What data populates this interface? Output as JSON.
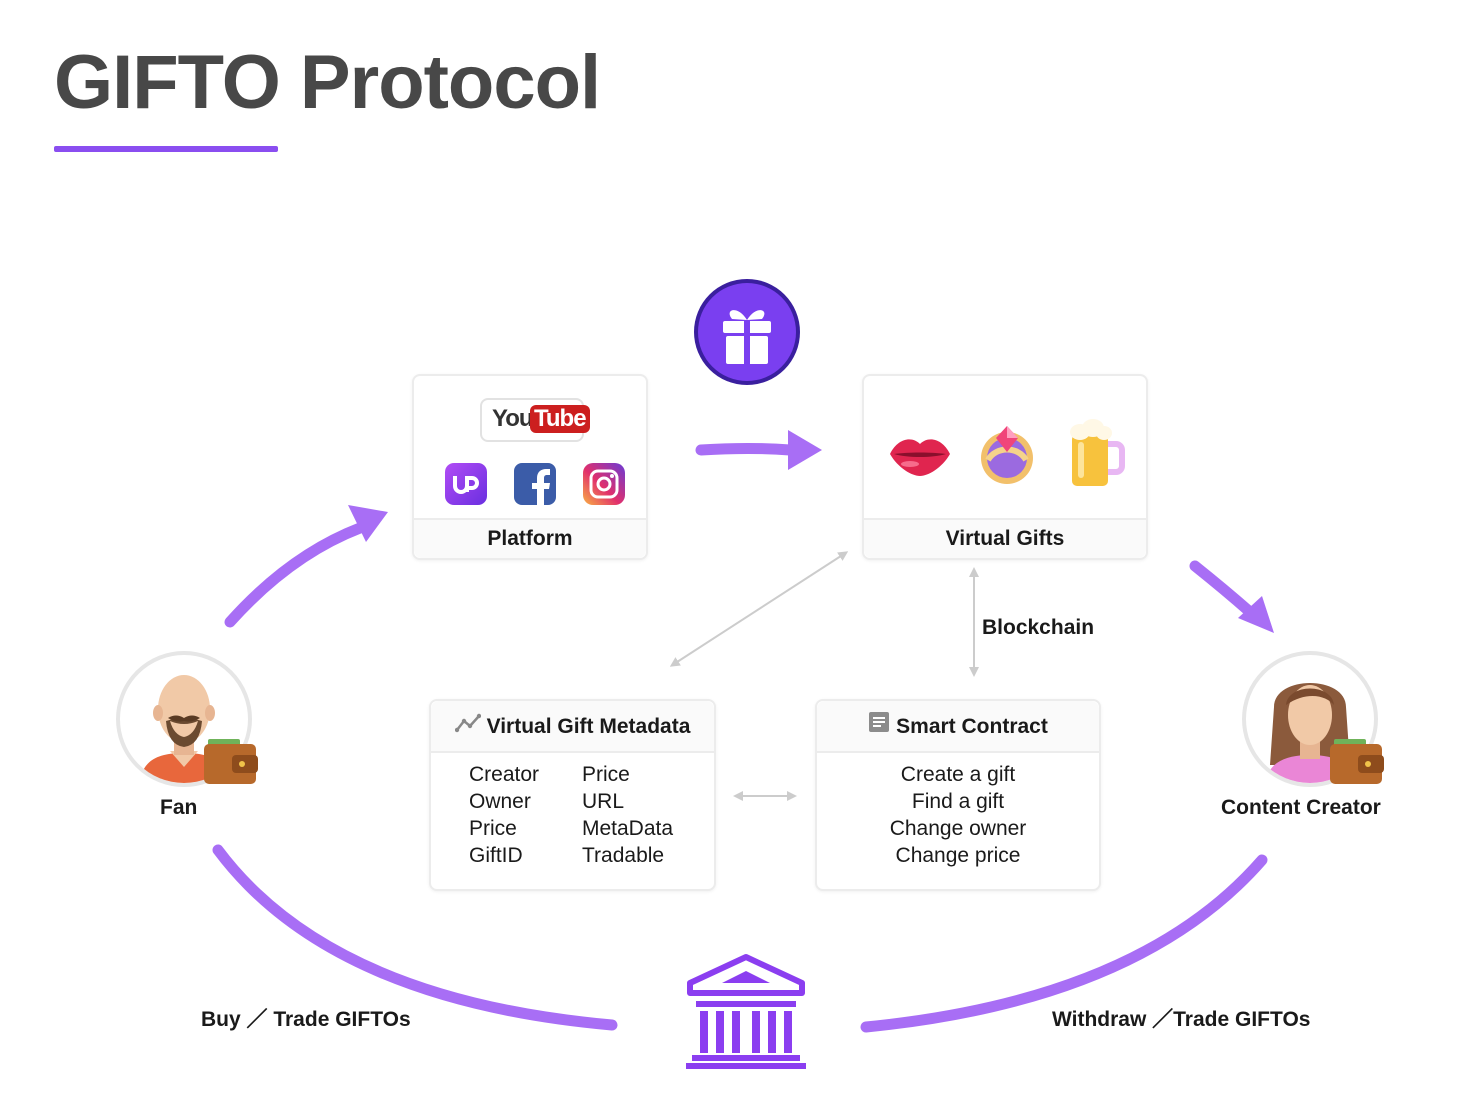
{
  "title": "GIFTO Protocol",
  "colors": {
    "accent": "#8a4ef0",
    "flow_arrow": "#a86ef5",
    "heading": "#484848",
    "youtube_red": "#cc1f1f",
    "facebook": "#3b5ca8"
  },
  "platform": {
    "label": "Platform",
    "youtube": {
      "you": "You",
      "tube": "Tube"
    },
    "icons": [
      "uplive-icon",
      "facebook-icon",
      "instagram-icon"
    ]
  },
  "virtual_gifts": {
    "label": "Virtual Gifts",
    "icons": [
      "lips-gift-icon",
      "gem-ring-gift-icon",
      "beer-mug-gift-icon"
    ]
  },
  "blockchain_label": "Blockchain",
  "metadata": {
    "title": "Virtual Gift Metadata",
    "left": [
      "Creator",
      "Owner",
      "Price",
      "GiftID"
    ],
    "right": [
      "Price",
      "URL",
      "MetaData",
      "Tradable"
    ]
  },
  "smart_contract": {
    "title": "Smart Contract",
    "items": [
      "Create a gift",
      "Find a gift",
      "Change owner",
      "Change price"
    ]
  },
  "fan": {
    "label": "Fan"
  },
  "creator": {
    "label": "Content Creator"
  },
  "buy_trade": "Buy ／ Trade GIFTOs",
  "withdraw_trade": "Withdraw ／Trade GIFTOs"
}
